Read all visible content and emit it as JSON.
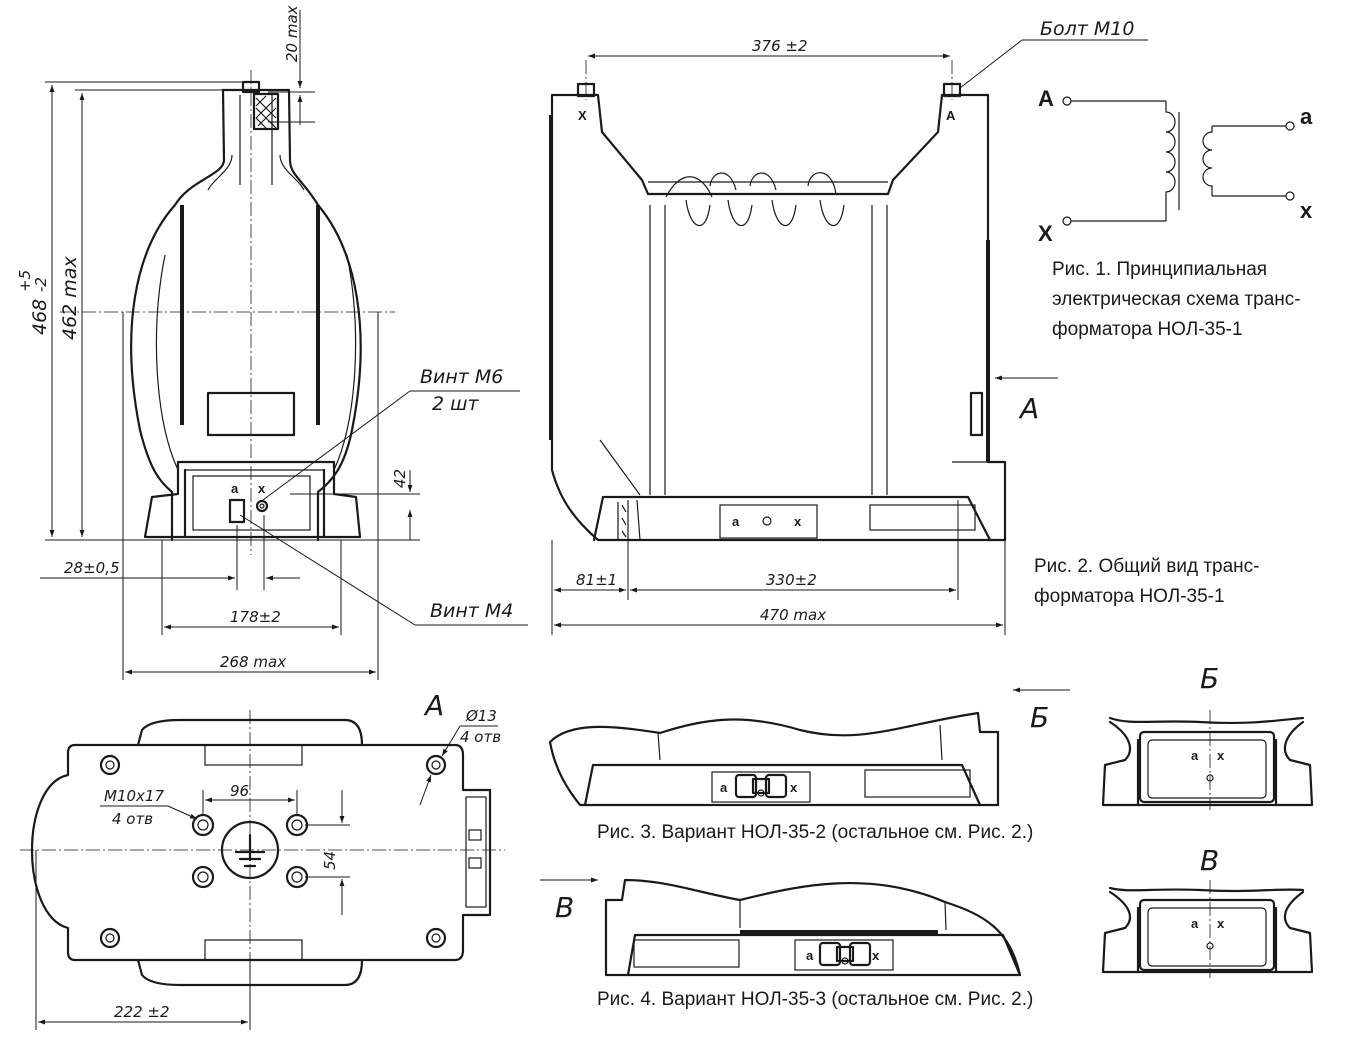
{
  "captions": {
    "fig1": [
      "Рис. 1. Принципиальная",
      "электрическая схема  транс-",
      "форматора НОЛ-35-1"
    ],
    "fig2": [
      "Рис. 2. Общий вид транс-",
      "форматора НОЛ-35-1"
    ],
    "fig3": "Рис. 3. Вариант НОЛ-35-2 (остальное см. Рис. 2.)",
    "fig4": "Рис. 4. Вариант НОЛ-35-3 (остальное см. Рис. 2.)"
  },
  "front_view": {
    "dim_height_total": "468",
    "dim_height_tol_upper": "+5",
    "dim_height_tol_lower": "-2",
    "dim_height_max": "462 max",
    "dim_top": "20 max",
    "dim_base_height": "42",
    "dim_terminal_offset": "28±0,5",
    "dim_mount_spacing": "178±2",
    "dim_width": "268 max",
    "label_screw_m6": "Винт М6",
    "label_screw_m6_qty": "2 шт",
    "label_screw_m4": "Винт М4",
    "terminal_a": "a",
    "terminal_x": "x"
  },
  "side_view": {
    "dim_terminal_spacing": "376 ±2",
    "label_bolt": "Болт М10",
    "terminal_X": "X",
    "terminal_A": "A",
    "dim_offset": "81±1",
    "dim_mount": "330±2",
    "dim_length": "470 max",
    "view_marker": "A",
    "plate_a": "a",
    "plate_x": "x"
  },
  "schematic": {
    "primary_start": "A",
    "primary_end": "X",
    "secondary_start": "a",
    "secondary_end": "x"
  },
  "plan_view": {
    "view_marker": "A",
    "dim_hole_dia": "Ø13",
    "dim_hole_qty": "4 отв",
    "dim_thread": "M10x17",
    "dim_thread_qty": "4 отв",
    "dim_hole_spacing_x": "96",
    "dim_hole_spacing_y": "54",
    "dim_offset": "222 ±2"
  },
  "variant_views": {
    "view_b_arrow": "Б",
    "view_b_title": "Б",
    "view_v_arrow": "В",
    "view_v_title": "В",
    "terminal_a": "a",
    "terminal_x": "x"
  }
}
